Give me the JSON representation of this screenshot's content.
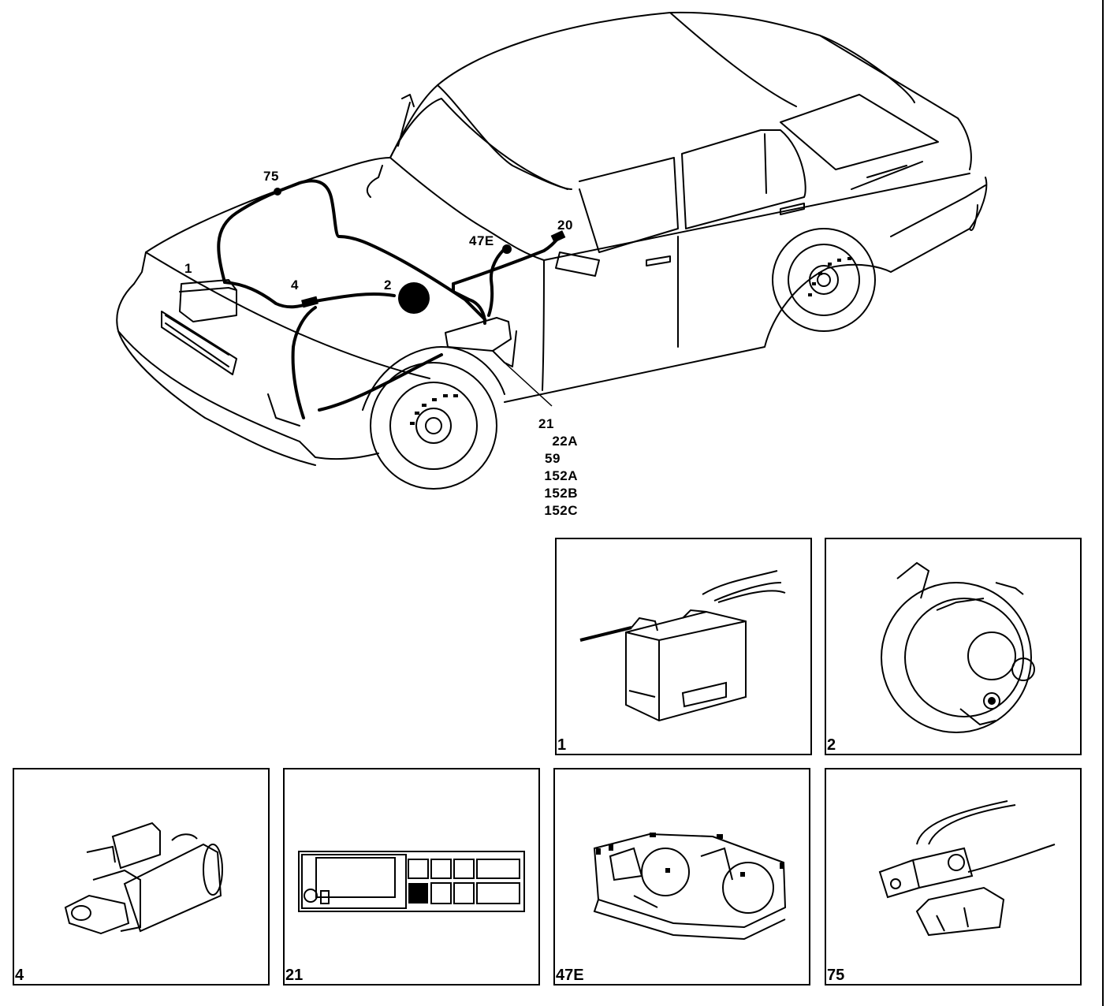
{
  "callouts": {
    "c75": "75",
    "c1": "1",
    "c4": "4",
    "c2": "2",
    "c47e": "47E",
    "c20": "20"
  },
  "stacked_callouts": [
    "21",
    "22A",
    "59",
    "152A",
    "152B",
    "152C"
  ],
  "panels": [
    {
      "label": "1",
      "icon": "battery-icon"
    },
    {
      "label": "2",
      "icon": "alternator-icon"
    },
    {
      "label": "4",
      "icon": "starter-motor-icon"
    },
    {
      "label": "21",
      "icon": "fuse-box-icon"
    },
    {
      "label": "47E",
      "icon": "instrument-cluster-icon"
    },
    {
      "label": "75",
      "icon": "connector-icon"
    }
  ]
}
